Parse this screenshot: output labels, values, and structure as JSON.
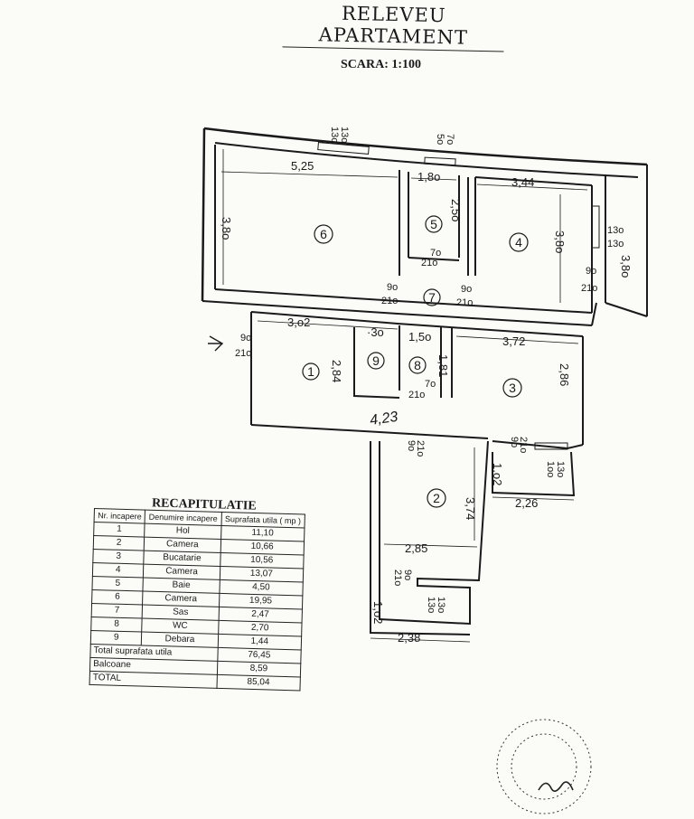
{
  "header": {
    "title": "RELEVEU APARTAMENT",
    "scale": "SCARA: 1:100"
  },
  "plan": {
    "rooms": [
      "1",
      "2",
      "3",
      "4",
      "5",
      "6",
      "7",
      "8",
      "9"
    ],
    "dims": {
      "d_525": "5,25",
      "d_180a": "1,8o",
      "d_344": "3,44",
      "d_380": "3,8o",
      "d_250": "2,5o",
      "d_380b": "3,8o",
      "d_380c": "3,8o",
      "d_302": "3,o2",
      "d_030": "·3o",
      "d_150": "1,5o",
      "d_181": "1,81",
      "d_372": "3,72",
      "d_284": "2,84",
      "d_286": "2,86",
      "d_102a": "1,o2",
      "d_226": "2,26",
      "d_374": "3,74",
      "d_285": "2,85",
      "d_102b": "1,o2",
      "d_238": "2,38",
      "area_note": "4,23"
    },
    "openings": {
      "w1_a": "13o",
      "w1_b": "13o",
      "w2_a": "5o",
      "w2_b": "7o",
      "w3_a": "13o",
      "w3_b": "13o",
      "d1_a": "9o",
      "d1_b": "21o",
      "d2_a": "9o",
      "d2_b": "21o",
      "d3_a": "9o",
      "d3_b": "21o",
      "d4_a": "9o",
      "d4_b": "21o",
      "d5_a": "7o",
      "d5_b": "21o",
      "d6_a": "7o",
      "d6_b": "21o",
      "d7_a": "9o",
      "d7_b": "21o",
      "d8_a": "9o",
      "d8_b": "21o",
      "w4_a": "1oo",
      "w4_b": "13o",
      "d9_a": "9o",
      "d9_b": "21o",
      "w5_a": "13o",
      "w5_b": "13o"
    }
  },
  "recap": {
    "title": "RECAPITULATIE",
    "headers": [
      "Nr. incapere",
      "Denumire incapere",
      "Suprafata utila ( mp )"
    ],
    "rows": [
      [
        "1",
        "Hol",
        "11,10"
      ],
      [
        "2",
        "Camera",
        "10,66"
      ],
      [
        "3",
        "Bucatarie",
        "10,56"
      ],
      [
        "4",
        "Camera",
        "13,07"
      ],
      [
        "5",
        "Baie",
        "4,50"
      ],
      [
        "6",
        "Camera",
        "19,95"
      ],
      [
        "7",
        "Sas",
        "2,47"
      ],
      [
        "8",
        "WC",
        "2,70"
      ],
      [
        "9",
        "Debara",
        "1,44"
      ]
    ],
    "total_useful_label": "Total suprafata utila",
    "total_useful_value": "76,45",
    "balcony_label": "Balcoane",
    "balcony_value": "8,59",
    "total_label": "TOTAL",
    "total_value": "85,04"
  },
  "colors": {
    "ink": "#1a1a1a",
    "paper": "#fbfbf8"
  }
}
